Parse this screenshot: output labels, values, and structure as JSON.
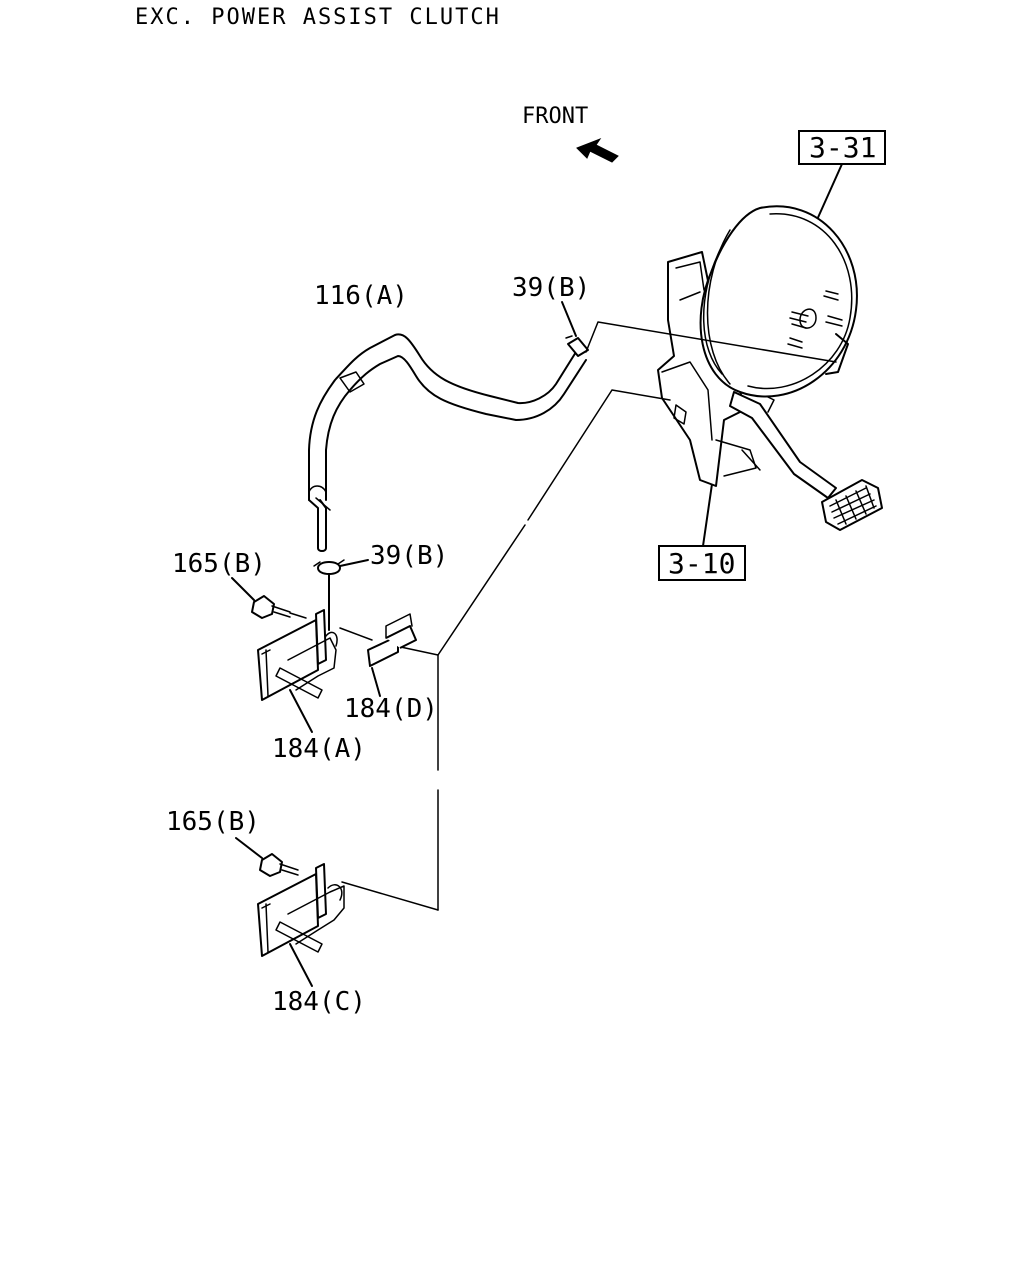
{
  "title": "EXC. POWER ASSIST CLUTCH",
  "direction_label": "FRONT",
  "references": [
    "3-31",
    "3-10"
  ],
  "callouts": {
    "hose_116a": "116(A)",
    "clamp_39b_upper": "39(B)",
    "clamp_39b_lower": "39(B)",
    "bolt_165b_upper": "165(B)",
    "bolt_165b_lower": "165(B)",
    "bracket_184a": "184(A)",
    "clip_184d": "184(D)",
    "bracket_184c": "184(C)"
  },
  "icons": [
    "front-arrow-icon"
  ]
}
